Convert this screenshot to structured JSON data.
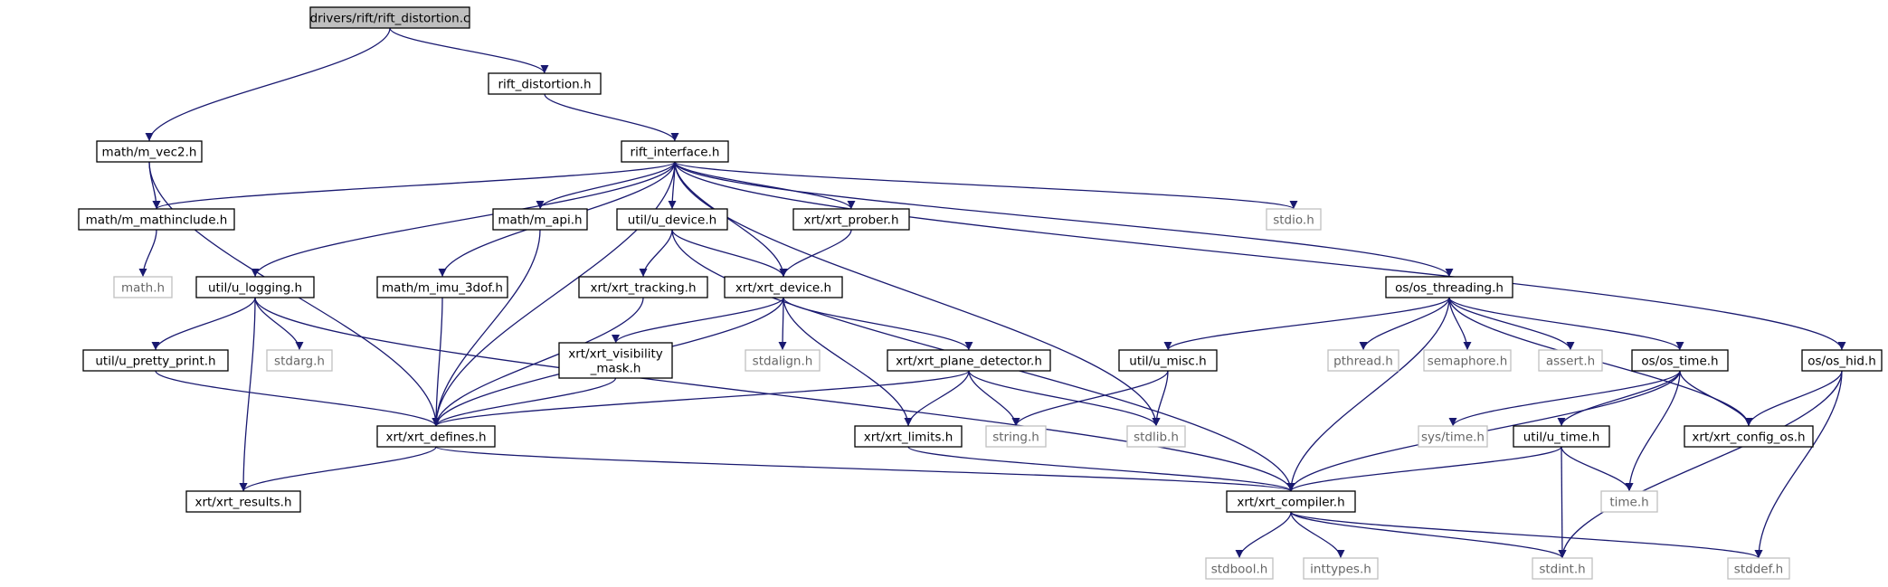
{
  "colors": {
    "edge": "#191970",
    "focus_fill": "#bfbfbf",
    "box_border": "#000000",
    "muted_border": "#bfbfbf",
    "muted_text": "#666666",
    "background": "#ffffff"
  },
  "nodes": [
    {
      "id": "rift_distortion_c",
      "label": "drivers/rift/rift_distortion.c",
      "style": "focus"
    },
    {
      "id": "rift_distortion_h",
      "label": "rift_distortion.h",
      "style": "normal"
    },
    {
      "id": "m_vec2_h",
      "label": "math/m_vec2.h",
      "style": "normal"
    },
    {
      "id": "rift_interface_h",
      "label": "rift_interface.h",
      "style": "normal"
    },
    {
      "id": "m_mathinclude_h",
      "label": "math/m_mathinclude.h",
      "style": "normal"
    },
    {
      "id": "math_h",
      "label": "math.h",
      "style": "muted"
    },
    {
      "id": "m_api_h",
      "label": "math/m_api.h",
      "style": "normal"
    },
    {
      "id": "u_device_h",
      "label": "util/u_device.h",
      "style": "normal"
    },
    {
      "id": "xrt_prober_h",
      "label": "xrt/xrt_prober.h",
      "style": "normal"
    },
    {
      "id": "stdio_h",
      "label": "stdio.h",
      "style": "muted"
    },
    {
      "id": "u_logging_h",
      "label": "util/u_logging.h",
      "style": "normal"
    },
    {
      "id": "m_imu_3dof_h",
      "label": "math/m_imu_3dof.h",
      "style": "normal"
    },
    {
      "id": "xrt_tracking_h",
      "label": "xrt/xrt_tracking.h",
      "style": "normal"
    },
    {
      "id": "xrt_device_h",
      "label": "xrt/xrt_device.h",
      "style": "normal"
    },
    {
      "id": "os_threading_h",
      "label": "os/os_threading.h",
      "style": "normal"
    },
    {
      "id": "u_pretty_print_h",
      "label": "util/u_pretty_print.h",
      "style": "normal"
    },
    {
      "id": "stdarg_h",
      "label": "stdarg.h",
      "style": "muted"
    },
    {
      "id": "xrt_visibility_mask_h",
      "label": "xrt/xrt_visibility\n_mask.h",
      "style": "normal"
    },
    {
      "id": "stdalign_h",
      "label": "stdalign.h",
      "style": "muted"
    },
    {
      "id": "xrt_plane_detector_h",
      "label": "xrt/xrt_plane_detector.h",
      "style": "normal"
    },
    {
      "id": "u_misc_h",
      "label": "util/u_misc.h",
      "style": "normal"
    },
    {
      "id": "pthread_h",
      "label": "pthread.h",
      "style": "muted"
    },
    {
      "id": "semaphore_h",
      "label": "semaphore.h",
      "style": "muted"
    },
    {
      "id": "assert_h",
      "label": "assert.h",
      "style": "muted"
    },
    {
      "id": "os_time_h",
      "label": "os/os_time.h",
      "style": "normal"
    },
    {
      "id": "os_hid_h",
      "label": "os/os_hid.h",
      "style": "normal"
    },
    {
      "id": "xrt_defines_h",
      "label": "xrt/xrt_defines.h",
      "style": "normal"
    },
    {
      "id": "xrt_limits_h",
      "label": "xrt/xrt_limits.h",
      "style": "normal"
    },
    {
      "id": "string_h",
      "label": "string.h",
      "style": "muted"
    },
    {
      "id": "stdlib_h",
      "label": "stdlib.h",
      "style": "muted"
    },
    {
      "id": "sys_time_h",
      "label": "sys/time.h",
      "style": "muted"
    },
    {
      "id": "u_time_h",
      "label": "util/u_time.h",
      "style": "normal"
    },
    {
      "id": "xrt_config_os_h",
      "label": "xrt/xrt_config_os.h",
      "style": "normal"
    },
    {
      "id": "xrt_results_h",
      "label": "xrt/xrt_results.h",
      "style": "normal"
    },
    {
      "id": "xrt_compiler_h",
      "label": "xrt/xrt_compiler.h",
      "style": "normal"
    },
    {
      "id": "time_h",
      "label": "time.h",
      "style": "muted"
    },
    {
      "id": "stdbool_h",
      "label": "stdbool.h",
      "style": "muted"
    },
    {
      "id": "inttypes_h",
      "label": "inttypes.h",
      "style": "muted"
    },
    {
      "id": "stdint_h",
      "label": "stdint.h",
      "style": "muted"
    },
    {
      "id": "stddef_h",
      "label": "stddef.h",
      "style": "muted"
    }
  ],
  "edges": [
    [
      "rift_distortion_c",
      "m_vec2_h"
    ],
    [
      "rift_distortion_c",
      "rift_distortion_h"
    ],
    [
      "rift_distortion_h",
      "rift_interface_h"
    ],
    [
      "m_vec2_h",
      "m_mathinclude_h"
    ],
    [
      "m_vec2_h",
      "xrt_defines_h"
    ],
    [
      "m_mathinclude_h",
      "math_h"
    ],
    [
      "rift_interface_h",
      "m_mathinclude_h"
    ],
    [
      "rift_interface_h",
      "u_logging_h"
    ],
    [
      "rift_interface_h",
      "xrt_defines_h"
    ],
    [
      "rift_interface_h",
      "m_imu_3dof_h"
    ],
    [
      "rift_interface_h",
      "m_api_h"
    ],
    [
      "rift_interface_h",
      "u_device_h"
    ],
    [
      "rift_interface_h",
      "xrt_device_h"
    ],
    [
      "rift_interface_h",
      "xrt_prober_h"
    ],
    [
      "rift_interface_h",
      "stdlib_h"
    ],
    [
      "rift_interface_h",
      "stdio_h"
    ],
    [
      "rift_interface_h",
      "os_threading_h"
    ],
    [
      "rift_interface_h",
      "os_hid_h"
    ],
    [
      "m_api_h",
      "xrt_defines_h"
    ],
    [
      "u_device_h",
      "xrt_tracking_h"
    ],
    [
      "u_device_h",
      "xrt_device_h"
    ],
    [
      "u_device_h",
      "xrt_compiler_h"
    ],
    [
      "xrt_prober_h",
      "xrt_device_h"
    ],
    [
      "u_logging_h",
      "u_pretty_print_h"
    ],
    [
      "u_logging_h",
      "stdarg_h"
    ],
    [
      "u_logging_h",
      "xrt_results_h"
    ],
    [
      "u_logging_h",
      "xrt_compiler_h"
    ],
    [
      "m_imu_3dof_h",
      "xrt_defines_h"
    ],
    [
      "xrt_tracking_h",
      "xrt_defines_h"
    ],
    [
      "xrt_device_h",
      "xrt_visibility_mask_h"
    ],
    [
      "xrt_device_h",
      "stdalign_h"
    ],
    [
      "xrt_device_h",
      "xrt_plane_detector_h"
    ],
    [
      "xrt_device_h",
      "xrt_limits_h"
    ],
    [
      "xrt_device_h",
      "xrt_defines_h"
    ],
    [
      "u_pretty_print_h",
      "xrt_defines_h"
    ],
    [
      "xrt_visibility_mask_h",
      "xrt_defines_h"
    ],
    [
      "xrt_plane_detector_h",
      "xrt_defines_h"
    ],
    [
      "xrt_plane_detector_h",
      "xrt_limits_h"
    ],
    [
      "xrt_plane_detector_h",
      "string_h"
    ],
    [
      "xrt_plane_detector_h",
      "stdlib_h"
    ],
    [
      "os_threading_h",
      "u_misc_h"
    ],
    [
      "os_threading_h",
      "xrt_compiler_h"
    ],
    [
      "os_threading_h",
      "pthread_h"
    ],
    [
      "os_threading_h",
      "semaphore_h"
    ],
    [
      "os_threading_h",
      "assert_h"
    ],
    [
      "os_threading_h",
      "os_time_h"
    ],
    [
      "os_threading_h",
      "xrt_config_os_h"
    ],
    [
      "u_misc_h",
      "string_h"
    ],
    [
      "u_misc_h",
      "stdlib_h"
    ],
    [
      "os_time_h",
      "xrt_compiler_h"
    ],
    [
      "os_time_h",
      "sys_time_h"
    ],
    [
      "os_time_h",
      "u_time_h"
    ],
    [
      "os_time_h",
      "time_h"
    ],
    [
      "os_time_h",
      "xrt_config_os_h"
    ],
    [
      "os_hid_h",
      "xrt_config_os_h"
    ],
    [
      "os_hid_h",
      "stdint_h"
    ],
    [
      "os_hid_h",
      "stddef_h"
    ],
    [
      "xrt_defines_h",
      "xrt_results_h"
    ],
    [
      "xrt_defines_h",
      "xrt_compiler_h"
    ],
    [
      "xrt_limits_h",
      "xrt_compiler_h"
    ],
    [
      "u_time_h",
      "xrt_compiler_h"
    ],
    [
      "u_time_h",
      "time_h"
    ],
    [
      "u_time_h",
      "stdint_h"
    ],
    [
      "xrt_compiler_h",
      "stdbool_h"
    ],
    [
      "xrt_compiler_h",
      "inttypes_h"
    ],
    [
      "xrt_compiler_h",
      "stdint_h"
    ],
    [
      "xrt_compiler_h",
      "stddef_h"
    ]
  ]
}
